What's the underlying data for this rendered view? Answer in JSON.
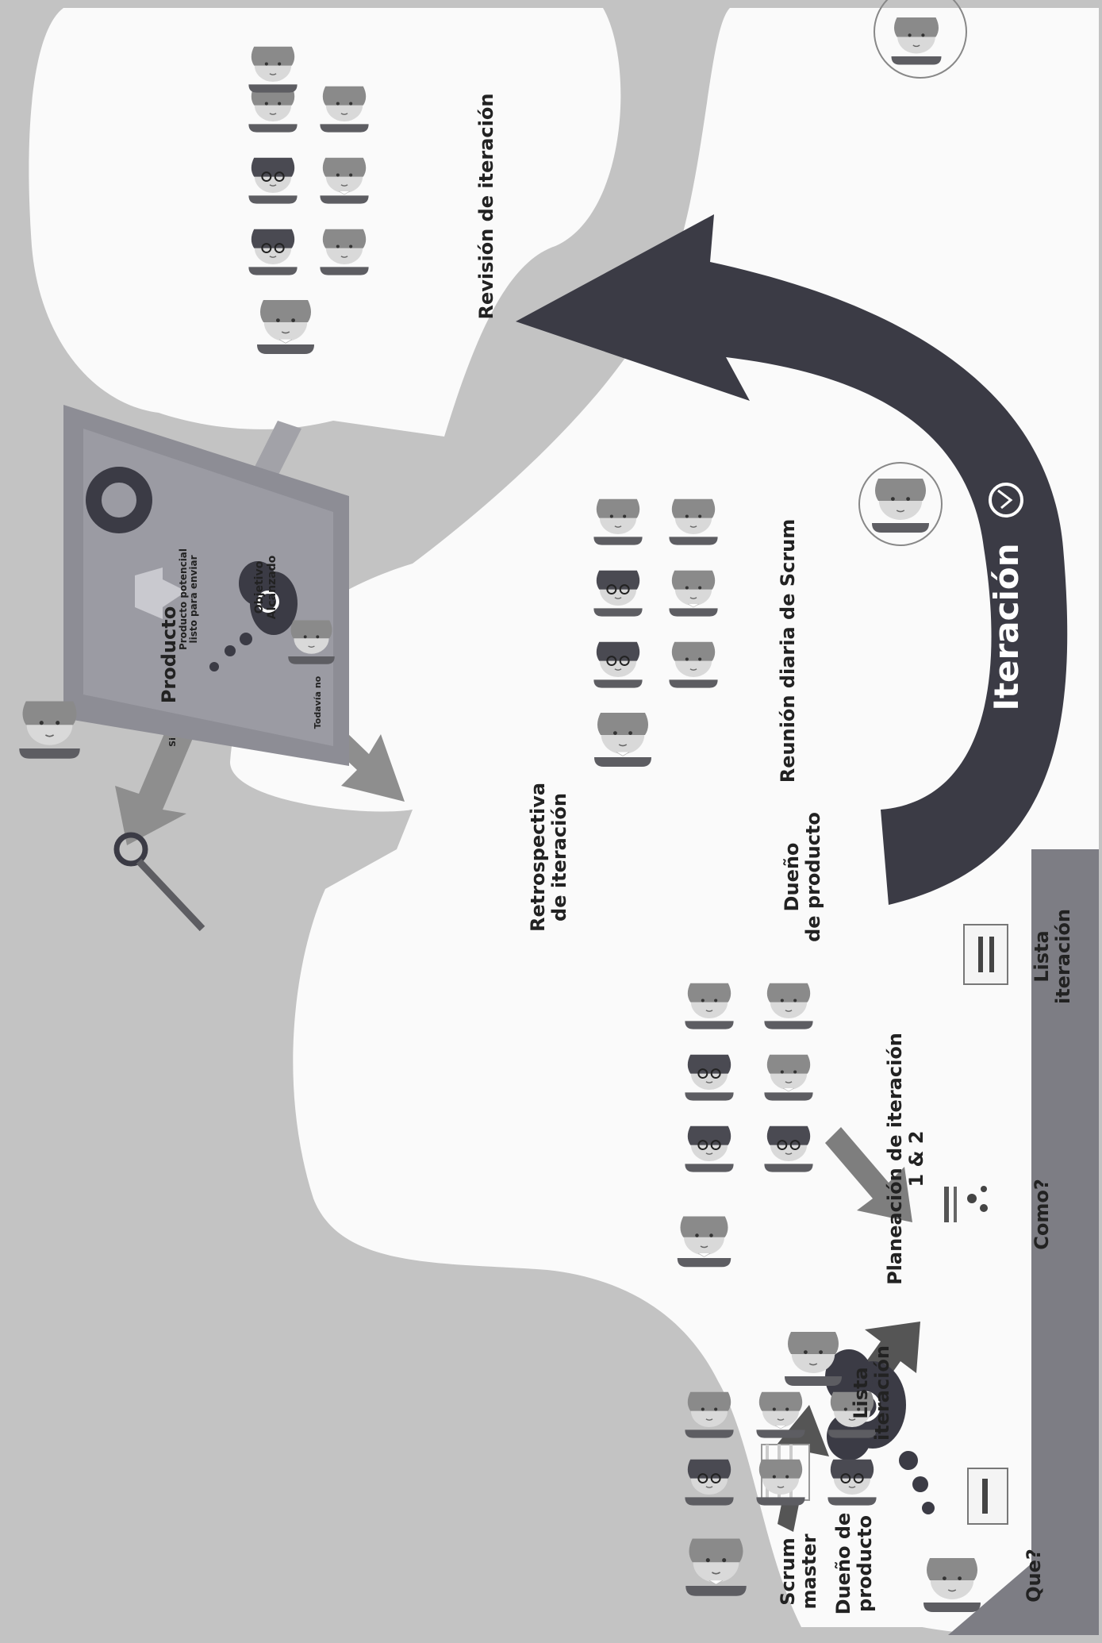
{
  "diagram": {
    "iteration_label": "Iteración",
    "labels": {
      "dueno_producto_1": "Dueño de\nproducto",
      "lista_iteracion_1": "Lista\niteración",
      "scrum_master": "Scrum\nmaster",
      "que": "Que?",
      "como": "Como?",
      "lista_iteracion_2": "Lista\niteración",
      "planeacion": "Planeación de iteración\n1 & 2",
      "dueno_producto_2": "Dueño\nde producto",
      "retrospectiva": "Retrospectiva\nde iteración",
      "producto": "Producto",
      "reunion_diaria": "Reunión diaria de Scrum",
      "revision": "Revisión de iteración",
      "producto_potencial": "Producto potencial\nlisto para enviar",
      "objetivo_alcanzado": "Objetivo\nAlcanzado",
      "si": "Si",
      "todavia_no": "Todavía no"
    },
    "colors": {
      "background": "#c3c3c3",
      "bubble": "#fafafa",
      "dark_arrow": "#3b3b45",
      "gray_arrow": "#8e8e8e",
      "panel": "#7d7d84",
      "box": "#8d8d95",
      "hair_dark": "#4a4a52",
      "hair_light": "#8a8a8a",
      "skin": "#d9d9d9",
      "shirt": "#5d5d62"
    },
    "icons": [
      "cloud-thought-icon",
      "document-list-icon",
      "ring-icon",
      "key-icon",
      "clock-icon",
      "gears-icon"
    ]
  }
}
